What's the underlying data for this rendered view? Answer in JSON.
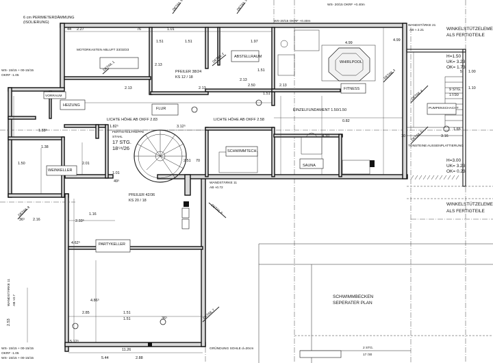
{
  "notes": {
    "insulation_1": "6 cm PERIMETERDÄMMUNG",
    "insulation_2": "(ISOLIERUNG)",
    "top_ws_1": "WS- 20/15 OKRF +0.40m",
    "top_ws_2": "WS-20/15 OKRF +0.40m",
    "wall_thickness_top": "WANDSTÄRKE 21",
    "ab_top": "AB ≈ 2.21",
    "winkel_top_1": "WINKELSTÜTZELEMENTE",
    "winkel_top_2": "ALS FERTIGTEILE",
    "winkel_bottom_1": "WINKELSTÜTZELEMENTE",
    "winkel_bottom_2": "ALS FERTIGTEILE",
    "motor": "MOTORKASTEN ABLUFT 33/33/23",
    "light_height_1": "LICHTE HÖHE AB OKFF 2.83",
    "light_height_2": "LICHTE HÖHE AB OKFF 2.58",
    "fundament": "EINZELFUNDAMENT 1.50/1.50",
    "treppe_1": "FERTIGTEILTREPPE",
    "treppe_2": "STAHL",
    "stc_1": "17 STG.",
    "stc_2": "18⁵⁸/26",
    "pfeiler_1": "PFEILER 38/24",
    "ks_1": "KS 12 / 18",
    "pfeiler_2": "PFEILER 42/36",
    "ks_2": "KS 20 / 18",
    "wall_thickness_mid": "WANDSTÄRKE 11",
    "ab_mid": "AB ≈0.72",
    "whirlpool": "WHIRLPOOL",
    "wp_value": "4.99",
    "sauna": "SAUNA",
    "fitness": "FITNESS",
    "heizung": "HEIZUNG",
    "abstellraum": "ABSTELLRAUM",
    "flur": "FLUR",
    "schwimmtechnik": "SCHWIMMTECH.",
    "weinkeller": "WEINKELLER",
    "party": "PARTYKELLER",
    "vorraum": "VORRAUM",
    "pumpenschacht": "PUMPENSCHACHT",
    "aussenplattierung": "AUSSENPLATTIERUNG",
    "steinstufe": "TONSTEINE",
    "schwimmbecken_1": "SCHWIMMBECKEN",
    "schwimmbecken_2": "SEPERATER PLAN",
    "sohle": "GRÜNDUNG SOHLE d=20cm",
    "stg_right": "9 STG.",
    "stg_right_2": "17/30",
    "stg_bottom": "2 STG.",
    "stg_bottom_2": "17 /30",
    "h_top": "H=1.50",
    "uk_top": "UK= 3.23",
    "ok_top": "OK= 1.73",
    "h_bot": "H=3.00",
    "uk_bot": "UK= 3.23",
    "ok_bot": "OK= 0.23",
    "ws_left_1": "WS- 15/15 + 00-15/15",
    "ws_left_2": "OKRF -1.05",
    "wand_left": "WANDSTÄRKE 11",
    "ab_left": "AB ≈0.7",
    "ws_leftbot_1": "WS- 15/15 + 00-15/15",
    "ws_leftbot_2": "OKRF -1.05",
    "ws_leftbot_3": "WS- 15/15 + 00-15/15",
    "detail_1": "DETAIL 1",
    "detail_2": "DETAIL 2",
    "detail_3": "DETAIL 3",
    "detail_4": "DETAIL 4",
    "detail_5": "DETAIL 5",
    "detail_6": "DETAIL 6",
    "detail_7": "DETAIL 7",
    "detail_8": "DETAIL 8",
    "detail_9": "DETAIL 9",
    "detail_10": "DETAIL 10"
  },
  "dims": {
    "d_44": "44",
    "d_227": "2.27",
    "d_151a": "1.51",
    "d_151b": "1.51",
    "d_197": "1.97",
    "d_101": "1.01",
    "d_76": "76",
    "d_213a": "2.13",
    "d_213b": "2.13",
    "d_213c": "2.13",
    "d_213d": "2.13",
    "d_250": "2.50",
    "d_182": "1.82⁵",
    "d_312": "3.12⁵",
    "d_188": "1.88⁵",
    "d_082": "0.82",
    "d_251": "2.51",
    "d_201": "2.01",
    "d_101b": "1.01",
    "d_138": "1.38",
    "d_150": "1.50",
    "d_49": "49⁵",
    "d_216": "2.16",
    "d_36": "36⁵",
    "d_233": "2.33⁵",
    "d_116": "1.16",
    "d_462": "4.62⁵",
    "d_486": "4.86⁵",
    "d_285": "2.85",
    "d_151c": "1.51",
    "d_151d": "1.51",
    "d_1126": "11.26",
    "d_544": "5.44",
    "d_288": "2.88",
    "d_512": "5.12⁵",
    "d_253": "2.53",
    "d_110": "1.10",
    "d_165": "1.65",
    "d_316": "3.16",
    "d_100": "1.00",
    "d_5": "5",
    "d_410": "4.10",
    "d_499": "4.99",
    "d_213e": "2.13",
    "d_151e": "1.51",
    "d_151f": "1.51",
    "d_70": "70",
    "d_36b": "36⁵",
    "d_10": "10"
  }
}
